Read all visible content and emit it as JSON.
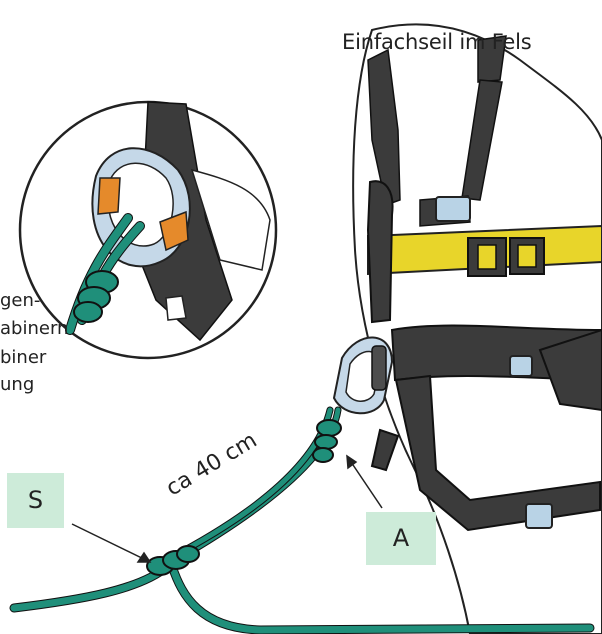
{
  "figure": {
    "title": "Einfachseil im Fels",
    "side_text": [
      "gen-",
      "abinern",
      "biner",
      "ung"
    ],
    "distance_label": "ca 40 cm",
    "label_s": "S",
    "label_a": "A"
  },
  "colors": {
    "rope": "#1f8f7a",
    "webbing": "#3b3b3b",
    "yellow_band": "#e8d52a",
    "carabiner": "#c5d8e8",
    "orange": "#e58a2b",
    "label_bg": "#cdebd9"
  },
  "icons": [
    "figure-eight-knot-icon",
    "carabiner-icon",
    "harness-icon",
    "rope-icon"
  ]
}
